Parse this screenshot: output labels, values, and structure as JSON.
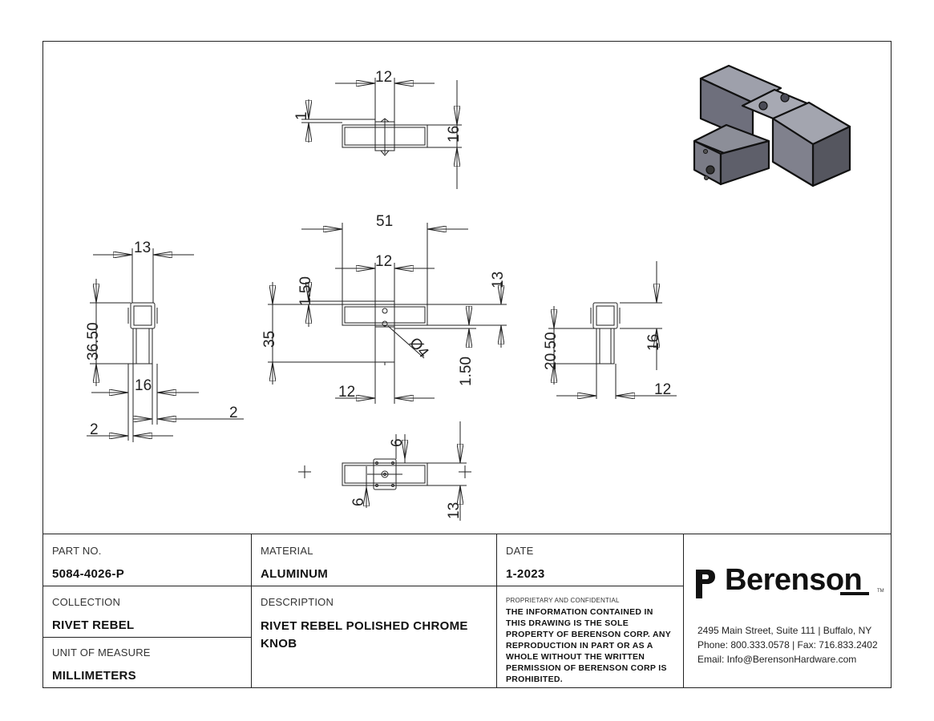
{
  "drawing": {
    "dimensions": {
      "top_width": "12",
      "top_gap": "1",
      "top_height": "16",
      "overall_width": "51",
      "center_width": "12",
      "step": "1.50",
      "arm_height": "13",
      "total_height": "35",
      "hole_dia": "Ø4",
      "lower_step": "1.50",
      "bottom_width": "12",
      "left_width": "13",
      "left_height": "36.50",
      "left_base": "16",
      "left_wall_a": "2",
      "left_wall_b": "2",
      "right_height": "20.50",
      "right_base": "16",
      "right_width": "12",
      "bot_six_a": "6",
      "bot_six_b": "6",
      "bot_thirteen": "13"
    }
  },
  "title_block": {
    "part_no_label": "PART NO.",
    "part_no": "5084-4026-P",
    "material_label": "MATERIAL",
    "material": "ALUMINUM",
    "date_label": "DATE",
    "date": "1-2023",
    "collection_label": "COLLECTION",
    "collection": "RIVET REBEL",
    "description_label": "DESCRIPTION",
    "description": "RIVET REBEL POLISHED CHROME KNOB",
    "uom_label": "UNIT OF MEASURE",
    "uom": "MILLIMETERS",
    "proprietary_title": "PROPRIETARY AND CONFIDENTIAL",
    "proprietary_text": "THE INFORMATION CONTAINED IN THIS DRAWING IS THE SOLE PROPERTY OF BERENSON CORP. ANY REPRODUCTION IN PART OR AS A WHOLE WITHOUT THE WRITTEN PERMISSION OF BERENSON CORP IS PROHIBITED."
  },
  "company": {
    "logo_text": "Berenson",
    "trademark": "TM",
    "logo_icon": "berenson-mark-icon",
    "address": "2495 Main Street, Suite 111 | Buffalo, NY",
    "phone": "Phone: 800.333.0578 | Fax: 716.833.2402",
    "email": "Email: Info@BerensonHardware.com"
  }
}
